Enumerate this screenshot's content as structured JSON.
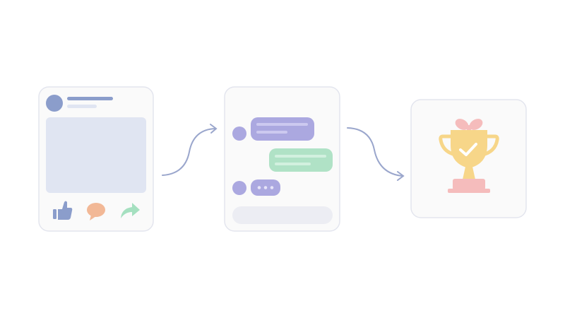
{
  "colors": {
    "card_bg": "#fafafa",
    "card_border": "#e3e5ee",
    "blue": "#8b9dcb",
    "blue_light": "#e0e5f2",
    "purple": "#ab a8e0",
    "green": "#b0e2c6",
    "orange": "#f2b896",
    "mint": "#a5e0c0",
    "gold": "#f7d689",
    "pink": "#f5bcbc",
    "arrow": "#9aa6cc",
    "input_bg": "#ecedf3"
  },
  "steps": [
    {
      "name": "social-post",
      "icons": [
        "thumbs-up-icon",
        "comment-bubble-icon",
        "share-arrow-icon"
      ]
    },
    {
      "name": "chat-conversation",
      "icons": [
        "avatar-icon",
        "typing-dots-icon"
      ]
    },
    {
      "name": "trophy-reward",
      "icons": [
        "trophy-icon",
        "checkmark-icon",
        "bow-icon"
      ]
    }
  ]
}
